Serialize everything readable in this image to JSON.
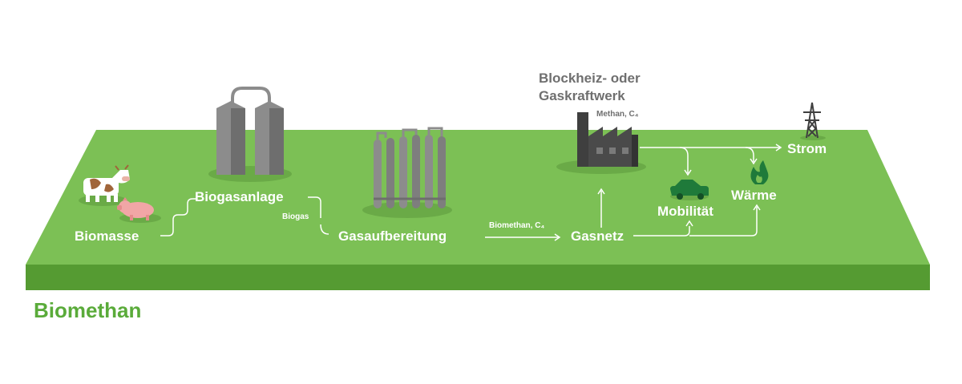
{
  "title": "Biomethan",
  "nodes": {
    "biomasse": "Biomasse",
    "biogasanlage": "Biogasanlage",
    "gasaufbereitung": "Gasaufbereitung",
    "gasnetz": "Gasnetz",
    "kraftwerk_line1": "Blockheiz- oder",
    "kraftwerk_line2": "Gaskraftwerk",
    "strom": "Strom",
    "waerme": "Wärme",
    "mobilitaet": "Mobilität"
  },
  "edge_labels": {
    "biogas": "Biogas",
    "biomethan": "Biomethan, C₄",
    "methan": "Methan, C₄"
  },
  "colors": {
    "ground_top": "#7cc055",
    "ground_side": "#559b32",
    "silo": "#8c8c8c",
    "factory": "#3f3f3f",
    "title": "#5aab3a"
  },
  "icons": [
    "cow-icon",
    "pig-icon",
    "silo-icon",
    "gas-upgrading-icon",
    "factory-icon",
    "power-pylon-icon",
    "flame-icon",
    "car-icon"
  ]
}
